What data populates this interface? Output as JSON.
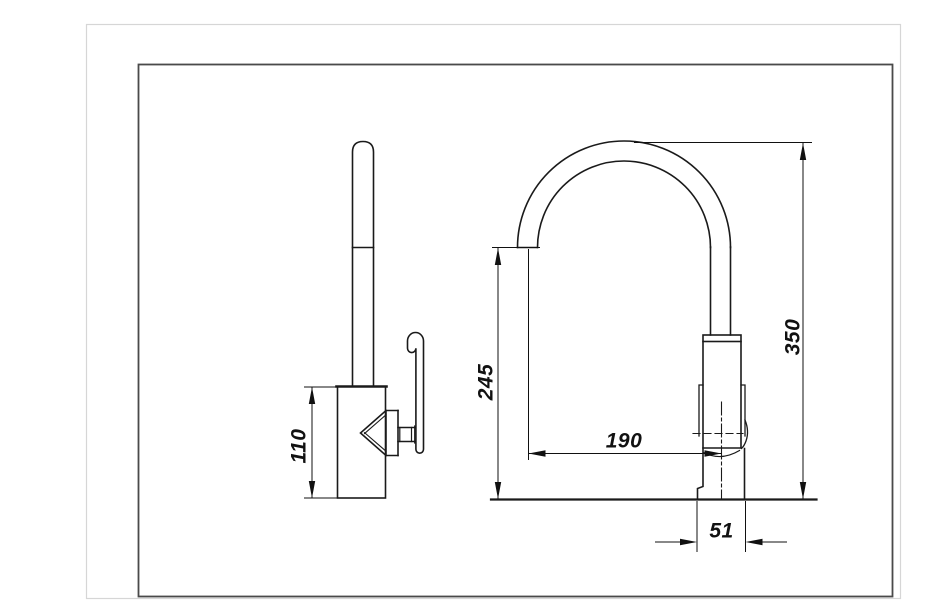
{
  "drawing": {
    "background": "#ffffff",
    "line_color": "#1a1a1a",
    "dimension_color": "#111111",
    "outer_border_color": "#d6d6d6",
    "inner_border_color": "#4a4a4a",
    "dimensions": {
      "front_body_height": "110",
      "side_outlet_height": "245",
      "side_spout_reach": "190",
      "side_overall_height": "350",
      "side_base_width": "51"
    }
  }
}
